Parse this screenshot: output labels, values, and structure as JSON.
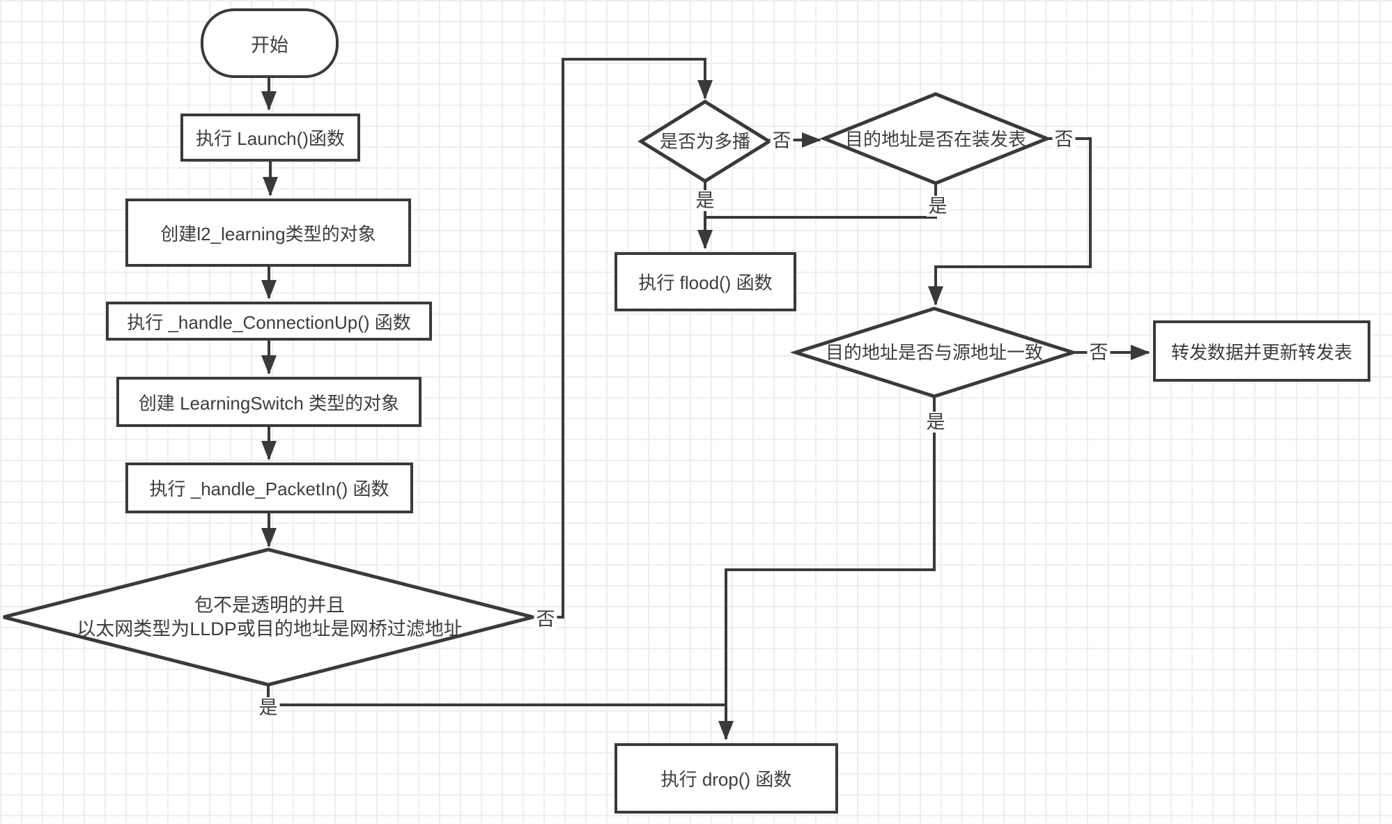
{
  "diagram": {
    "nodes": {
      "start": {
        "label": "开始"
      },
      "launch": {
        "label": "执行 Launch()函数"
      },
      "create_l2": {
        "label": "创建l2_learning类型的对象"
      },
      "handle_connection_up": {
        "label": "执行 _handle_ConnectionUp() 函数"
      },
      "create_learning_switch": {
        "label": "创建 LearningSwitch 类型的对象"
      },
      "handle_packet_in": {
        "label": "执行 _handle_PacketIn() 函数"
      },
      "filter_decision": {
        "line1": "包不是透明的并且",
        "line2": "以太网类型为LLDP或目的地址是网桥过滤地址"
      },
      "multicast_decision": {
        "label": "是否为多播"
      },
      "dst_in_table_decision": {
        "label": "目的地址是否在装发表"
      },
      "flood": {
        "label": "执行 flood() 函数"
      },
      "src_dst_match_decision": {
        "label": "目的地址是否与源地址一致"
      },
      "forward_update": {
        "label": "转发数据并更新转发表"
      },
      "drop": {
        "label": "执行 drop() 函数"
      }
    },
    "edge_labels": {
      "yes": "是",
      "no": "否"
    },
    "colors": {
      "stroke": "#3a3a3a",
      "background": "#ffffff",
      "grid": "#edeef1"
    }
  }
}
